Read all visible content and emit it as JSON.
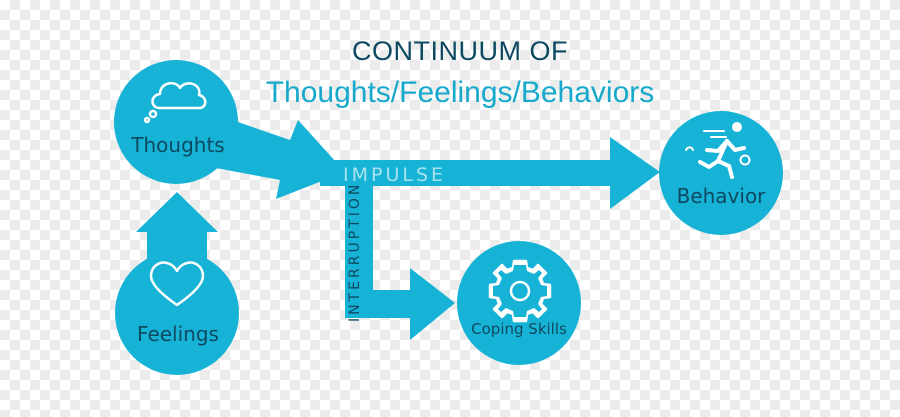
{
  "title": {
    "line1": "CONTINUUM OF",
    "line2": "Thoughts/Feelings/Behaviors"
  },
  "nodes": {
    "thoughts": {
      "label": "Thoughts",
      "icon": "thought-cloud-icon"
    },
    "feelings": {
      "label": "Feelings",
      "icon": "heart-icon"
    },
    "behavior": {
      "label": "Behavior",
      "icon": "running-person-icon"
    },
    "coping": {
      "label": "Coping Skills",
      "icon": "gear-icon"
    }
  },
  "arrows": {
    "impulse": "IMPULSE",
    "interruption": "INTERRUPTION"
  },
  "colors": {
    "primary": "#17b3d6",
    "dark_text": "#0d4a62",
    "light_text": "#a9e2ef"
  }
}
